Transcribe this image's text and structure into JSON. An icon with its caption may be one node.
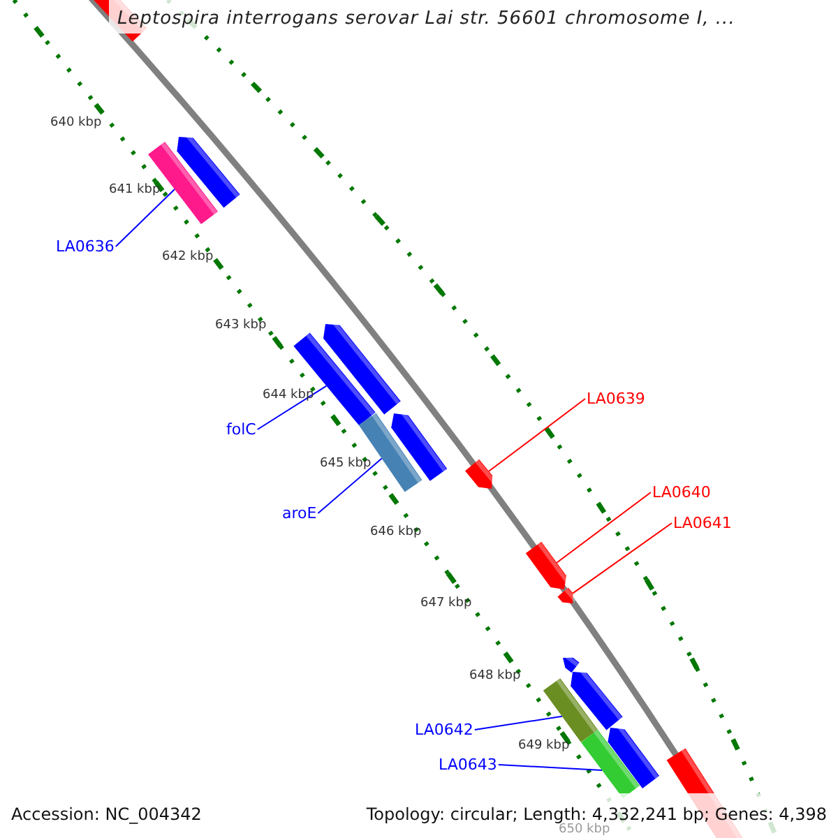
{
  "diagram": {
    "title": "Leptospira interrogans serovar Lai str. 56601 chromosome I, ...",
    "nodes": [
      {
        "text": [
          "LA0636"
        ]
      },
      {
        "text": [],
        "shape": "bar"
      },
      {
        "text": [
          "folC"
        ]
      },
      {
        "text": [],
        "shape": "bar"
      },
      {
        "text": [
          "aroE"
        ]
      },
      {
        "text": [],
        "shape": "bar"
      },
      {
        "text": [
          "LA0639"
        ]
      },
      {
        "text": [],
        "shape": "bar"
      },
      {
        "text": [
          "LA0640"
        ]
      },
      {
        "text": [],
        "shape": "bar"
      },
      {
        "text": [
          "LA0641"
        ]
      },
      {
        "text": [],
        "shape": "bar"
      },
      {
        "text": [
          "LA0642"
        ]
      },
      {
        "text": [],
        "shape": "bar"
      },
      {
        "text": [
          "LA0643"
        ]
      },
      {
        "text": [],
        "shape": "bar"
      }
    ],
    "edges": [
      {
        "from": 0,
        "to": 1,
        "arrow": "none"
      },
      {
        "from": 2,
        "to": 3,
        "arrow": "none"
      },
      {
        "from": 4,
        "to": 5,
        "arrow": "none"
      },
      {
        "from": 6,
        "to": 7,
        "arrow": "none",
        "color": "#ff0000"
      },
      {
        "from": 8,
        "to": 9,
        "arrow": "none",
        "color": "#ff0000"
      },
      {
        "from": 10,
        "to": 11,
        "arrow": "none",
        "color": "#ff0000"
      },
      {
        "from": 12,
        "to": 13,
        "arrow": "none"
      },
      {
        "from": 14,
        "to": 15,
        "arrow": "none"
      }
    ],
    "labels": [
      "640 kbp",
      "641 kbp",
      "642 kbp",
      "643 kbp",
      "644 kbp",
      "645 kbp",
      "646 kbp",
      "647 kbp",
      "648 kbp",
      "649 kbp",
      "650 kbp",
      "Accession: NC_004342",
      "Topology: circular; Length: 4,332,241 bp; Genes: 4,398"
    ]
  }
}
